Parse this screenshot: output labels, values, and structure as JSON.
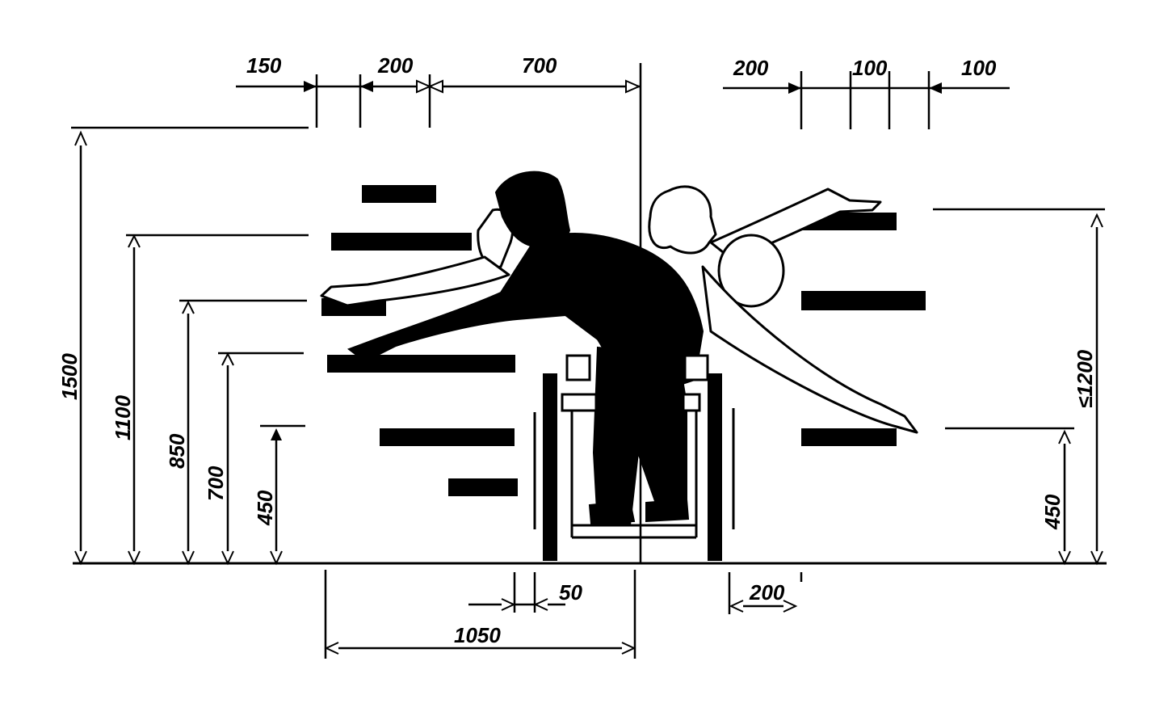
{
  "diagram": {
    "top_left_dims": [
      "150",
      "200",
      "700"
    ],
    "top_right_dims": [
      "200",
      "100",
      "100"
    ],
    "left_heights": [
      "1500",
      "1100",
      "850",
      "700",
      "450"
    ],
    "right_heights": [
      "450",
      "≤1200"
    ],
    "bottom_dims": [
      "50",
      "1050",
      "200"
    ]
  }
}
